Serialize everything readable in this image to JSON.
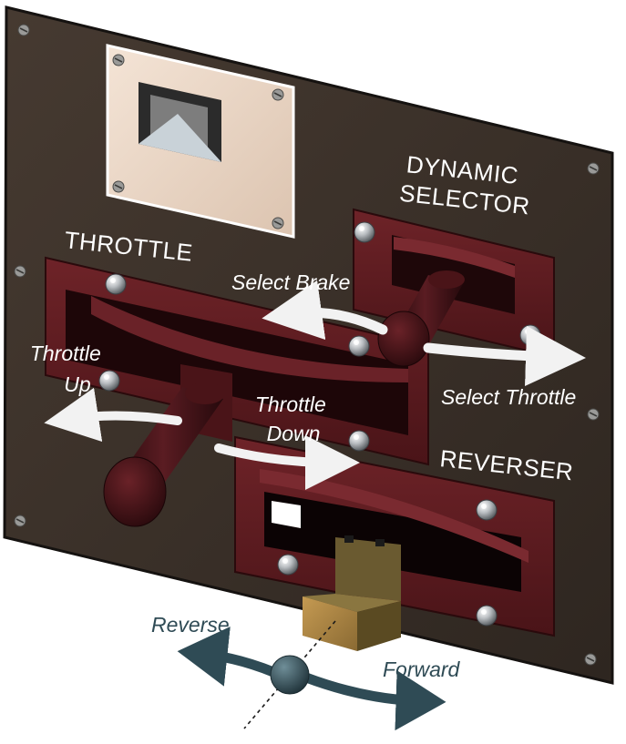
{
  "labels": {
    "dynamic_selector_line1": "DYNAMIC",
    "dynamic_selector_line2": "SELECTOR",
    "throttle": "THROTTLE",
    "reverser": "REVERSER",
    "select_brake": "Select Brake",
    "select_throttle": "Select Throttle",
    "throttle_up_line1": "Throttle",
    "throttle_up_line2": "Up",
    "throttle_down_line1": "Throttle",
    "throttle_down_line2": "Down",
    "reverse": "Reverse",
    "forward": "Forward"
  },
  "colors": {
    "panel": "#3a3028",
    "control_housing": "#5a1a1e",
    "handle": "#3d1216",
    "reverser_block": "#7d6a3a",
    "info_plate": "#ead6c4",
    "arrow_light": "#f2f2f2",
    "arrow_dark": "#2f4b55"
  },
  "icons": [
    "screw-icon",
    "bolt-icon"
  ]
}
